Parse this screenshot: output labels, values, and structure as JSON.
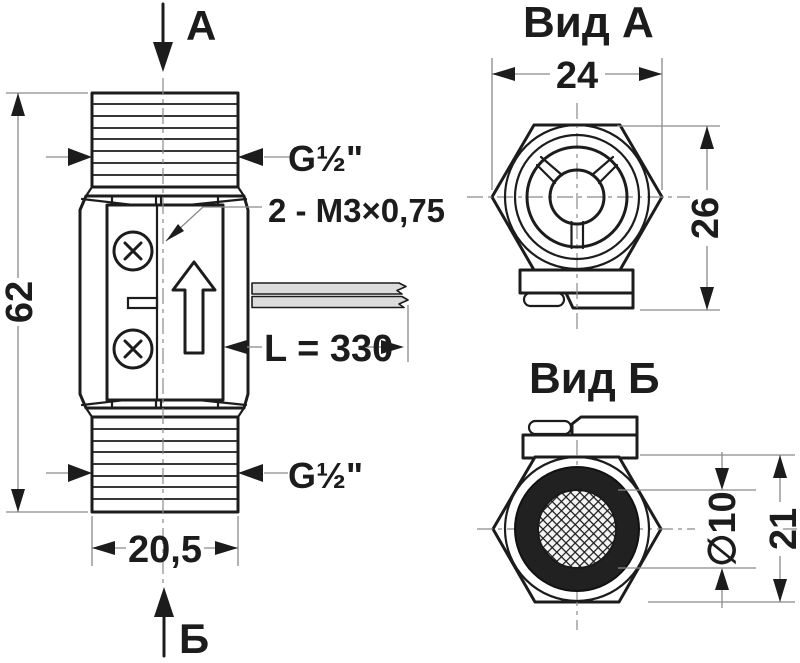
{
  "labels": {
    "view_arrow_top": "А",
    "view_arrow_bottom": "Б",
    "thread_top": "G½\"",
    "thread_bottom": "G½\"",
    "screw_spec": "2 - M3×0,75",
    "cable_length": "L = 330",
    "dim_total_height": "62",
    "dim_thread_width": "20,5"
  },
  "view_a": {
    "title": "Вид А",
    "dim_width": "24",
    "dim_height": "26"
  },
  "view_b": {
    "title": "Вид Б",
    "dim_inlet_diameter": "∅10",
    "dim_across_flats": "21"
  },
  "colors": {
    "line": "#1c1c1c",
    "thin_line": "#8a8a8a",
    "cable_fill": "#dcdcdc",
    "mesh_dark": "#1a1a1a",
    "background": "#ffffff"
  }
}
